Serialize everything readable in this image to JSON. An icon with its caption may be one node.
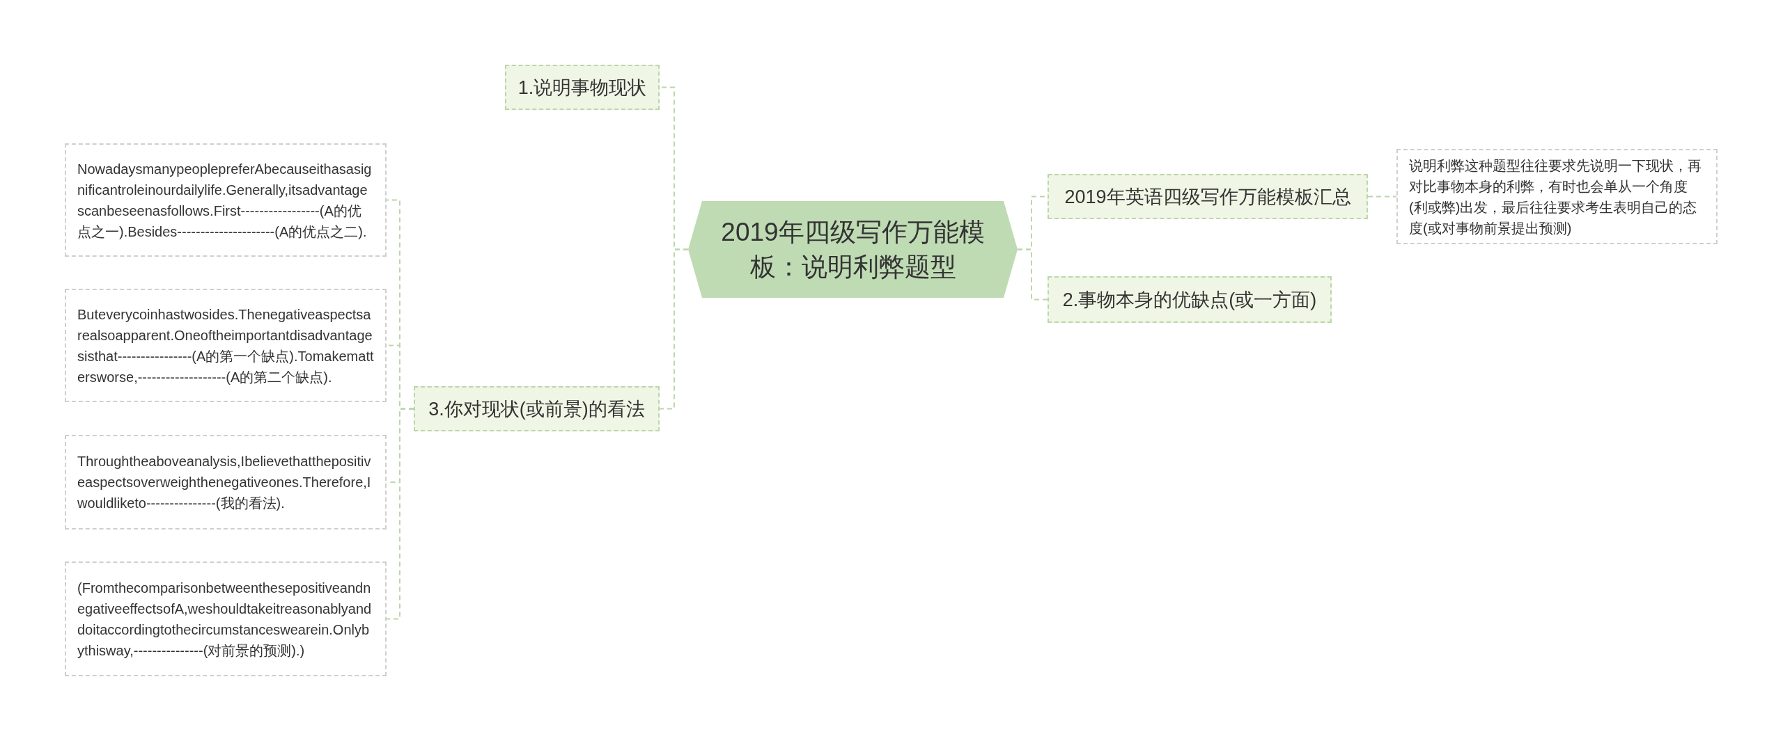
{
  "diagram": {
    "nodes": [
      {
        "text": [
          "2019年四级写作万能模板：说明利弊题型"
        ]
      },
      {
        "text": [
          "1.说明事物现状"
        ]
      },
      {
        "text": [
          "NowadaysmanypeoplepreferAbecauseithasasignificantroleinourdailylife.Generally,itsadvantagescanbeseenasfollows.First-----------------(A的优点之一).Besides---------------------(A的优点之二)."
        ]
      },
      {
        "text": [
          "Buteverycoinhastwosides.Thenegativeaspectsarealsoapparent.Oneoftheimportantdisadvantagesisthat----------------(A的第一个缺点).Tomakemattersworse,-------------------(A的第二个缺点)."
        ]
      },
      {
        "text": [
          "Throughtheaboveanalysis,Ibelievethatthepositiveaspectsoverweighthenegativeones.Therefore,Iwouldliketo---------------(我的看法)."
        ]
      },
      {
        "text": [
          "(FromthecomparisonbetweenthesepositiveandnegativeeffectsofA,weshouldtakeitreasonablyanddoitaccordingtothecircumstanceswearein.Onlybythisway,---------------(对前景的预测).)"
        ]
      },
      {
        "text": [
          "3.你对现状(或前景)的看法"
        ]
      },
      {
        "text": [
          "2019年英语四级写作万能模板汇总"
        ]
      },
      {
        "text": [
          "说明利弊这种题型往往要求先说明一下现状，再对比事物本身的利弊，有时也会单从一个角度(利或弊)出发，最后往往要求考生表明自己的态度(或对事物前景提出预测)"
        ]
      },
      {
        "text": [
          "2.事物本身的优缺点(或一方面)"
        ]
      }
    ],
    "edges": [
      {
        "from": 0,
        "to": 1,
        "arrow": "none"
      },
      {
        "from": 0,
        "to": 6,
        "arrow": "none"
      },
      {
        "from": 6,
        "to": 2,
        "arrow": "none"
      },
      {
        "from": 6,
        "to": 3,
        "arrow": "none"
      },
      {
        "from": 6,
        "to": 4,
        "arrow": "none"
      },
      {
        "from": 6,
        "to": 5,
        "arrow": "none"
      },
      {
        "from": 0,
        "to": 7,
        "arrow": "none"
      },
      {
        "from": 7,
        "to": 8,
        "arrow": "none"
      },
      {
        "from": 0,
        "to": 9,
        "arrow": "none"
      }
    ]
  }
}
